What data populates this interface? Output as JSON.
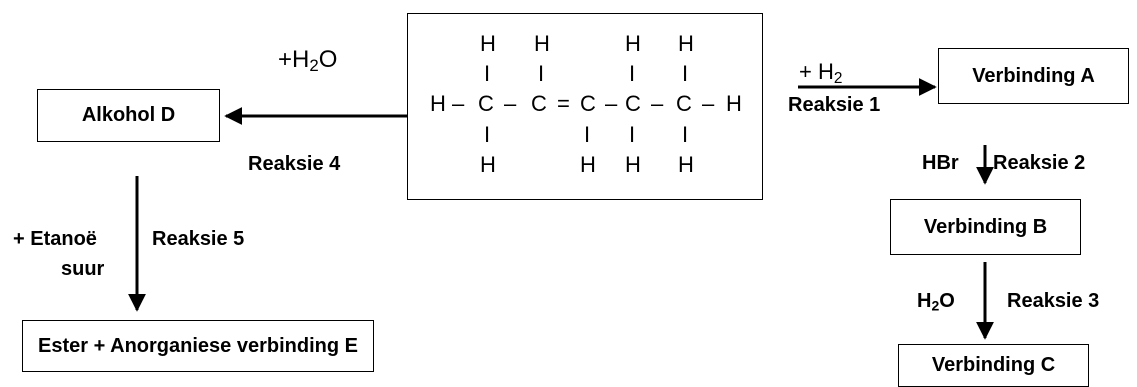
{
  "boxes": {
    "alkohol_d": "Alkohol D",
    "verbinding_a": "Verbinding A",
    "verbinding_b": "Verbinding B",
    "verbinding_c": "Verbinding C",
    "ester": "Ester + Anorganiese verbinding E"
  },
  "molecule": {
    "top_h": [
      "H",
      "H",
      "H",
      "H"
    ],
    "top_bonds": [
      "I",
      "I",
      "I",
      "I"
    ],
    "chain": [
      "H",
      "–",
      "C",
      "–",
      "C",
      "=",
      "C",
      "–",
      "C",
      "–",
      "C",
      "–",
      "H"
    ],
    "bottom_bonds": [
      "I",
      "I",
      "I",
      "I"
    ],
    "bottom_h": [
      "H",
      "H",
      "H",
      "H"
    ]
  },
  "labels": {
    "reagent_1_prefix": "+ H",
    "reagent_1_sub": "2",
    "reaction_1": "Reaksie 1",
    "reagent_2": "HBr",
    "reaction_2": "Reaksie 2",
    "reagent_3_prefix": "H",
    "reagent_3_sub": "2",
    "reagent_3_suffix": "O",
    "reaction_3": "Reaksie 3",
    "reagent_4_prefix": "+H",
    "reagent_4_sub": "2",
    "reagent_4_suffix": "O",
    "reaction_4": "Reaksie 4",
    "reagent_5_line1": "+ Etanoë",
    "reagent_5_line2": "suur",
    "reaction_5": "Reaksie 5"
  }
}
